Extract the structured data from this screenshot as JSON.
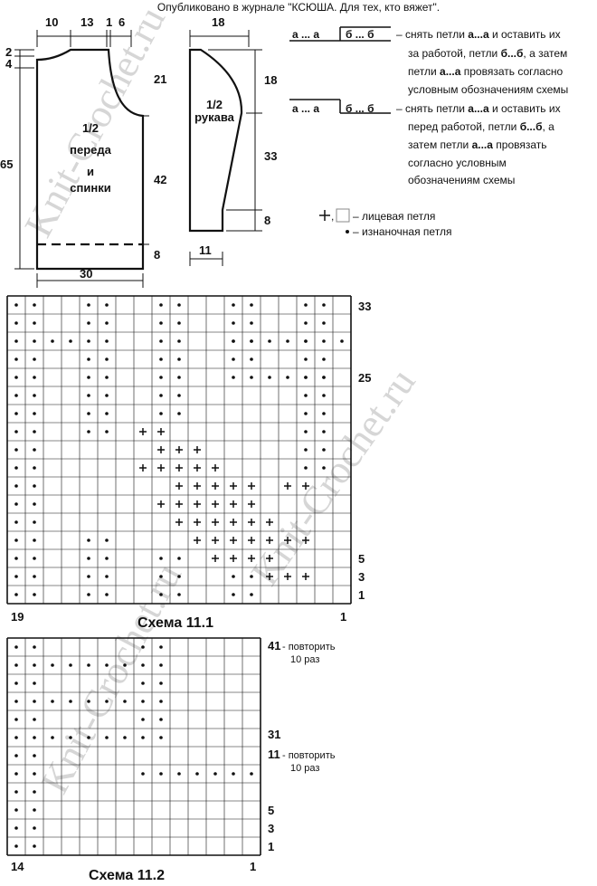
{
  "header": "Опубликовано в журнале \"КСЮША. Для тех, кто вяжет\".",
  "watermark": "Knit-Crochet.ru",
  "front_back": {
    "label": [
      "1/2",
      "переда",
      "и",
      "спинки"
    ],
    "dims": {
      "top": [
        "10",
        "13",
        "1",
        "6"
      ],
      "left_small": [
        "2",
        "4"
      ],
      "left": "65",
      "right": [
        "21",
        "42",
        "8"
      ],
      "bottom": "30"
    }
  },
  "sleeve": {
    "label": [
      "1/2",
      "рукава"
    ],
    "dims": {
      "top": "18",
      "right": [
        "18",
        "33",
        "8"
      ],
      "bottom": "11"
    }
  },
  "legend": {
    "a1_left": "а ... а",
    "a1_right": "б ... б",
    "a1_text": [
      "– снять петли ",
      "а...а",
      " и оставить их",
      "за работой, петли ",
      "б...б",
      ", а затем",
      "петли ",
      "а...а",
      " провязать согласно",
      "условным обозначениям схемы"
    ],
    "a2_left": "а ... а",
    "a2_right": "б ... б",
    "a2_text": [
      "– снять петли ",
      "а...а",
      " и оставить их",
      "перед работой, петли ",
      "б...б",
      ", а",
      "затем петли ",
      "а...а",
      " провязать",
      "согласно условным",
      "обозначениям схемы"
    ],
    "knit": "– лицевая петля",
    "purl": "– изнаночная петля"
  },
  "scheme1": {
    "title": "Схема 11.1",
    "row_labels": [
      "33",
      "25",
      "5",
      "3",
      "1"
    ],
    "col_labels": [
      "19",
      "1"
    ]
  },
  "scheme2": {
    "title": "Схема 11.2",
    "row_labels": [
      "41",
      "31",
      "11",
      "5",
      "3",
      "1"
    ],
    "repeat_note": [
      "- повторить",
      "10 раз"
    ],
    "col_labels": [
      "14",
      "1"
    ]
  },
  "colors": {
    "ink": "#111111",
    "watermark": "#d6d6d6"
  }
}
